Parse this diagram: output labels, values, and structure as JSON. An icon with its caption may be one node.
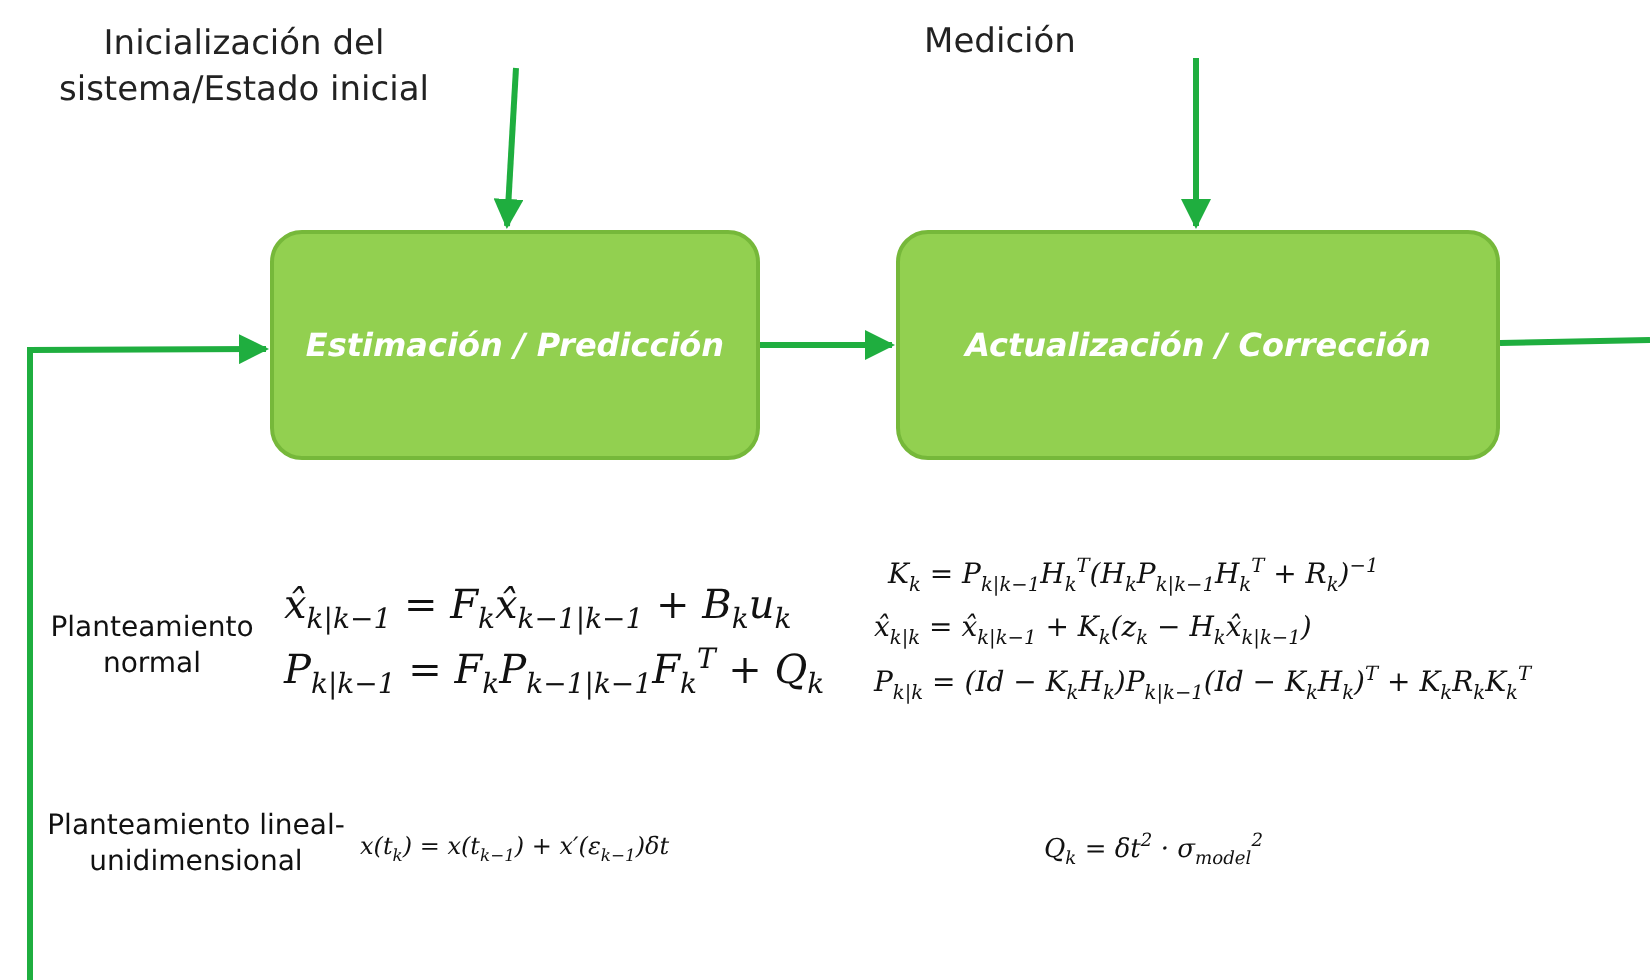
{
  "diagram": {
    "nodes": [
      {
        "text": [
          "Inicialización del sistema/Estado inicial"
        ]
      },
      {
        "text": [
          "Medición"
        ]
      },
      {
        "text": [
          "Estimación / Predicción"
        ]
      },
      {
        "text": [
          "Actualización / Corrección"
        ]
      }
    ],
    "edges": [
      {
        "from": 0,
        "to": 2,
        "arrow": "to"
      },
      {
        "from": 1,
        "to": 3,
        "arrow": "to"
      },
      {
        "from": 2,
        "to": 3,
        "arrow": "to"
      },
      {
        "from": 3,
        "to": null,
        "arrow": "none"
      },
      {
        "from": null,
        "to": 2,
        "arrow": "to"
      }
    ],
    "labels": [
      "Planteamiento normal",
      "x̂$_{k|k−1}$ = F$_{k}$x̂$_{k−1|k−1}$ + B$_{k}$u$_{k}$",
      "P$_{k|k−1}$ = F$_{k}$P$_{k−1|k−1}$F$_{k}$$^{T}$ + Q$_{k}$",
      "K$_{k}$ = P$_{k|k−1}$H$_{k}$$^{T}$(H$_{k}$P$_{k|k−1}$H$_{k}$$^{T}$ + R$_{k}$)$^{−1}$",
      "x̂$_{k|k}$ = x̂$_{k|k−1}$ + K$_{k}$(z$_{k}$ − H$_{k}$x̂$_{k|k−1}$)",
      "P$_{k|k}$ = (Id − K$_{k}$H$_{k}$)P$_{k|k−1}$(Id − K$_{k}$H$_{k}$)$^{T}$ + K$_{k}$R$_{k}$K$_{k}$$^{T}$",
      "Planteamiento lineal-unidimensional",
      "x(t$_{k}$) = x(t$_{k−1}$) + x′(ε$_{k−1}$)δt",
      "Q$_{k}$ = δt$^{2}$ · σ$_{model}$$^{2}$"
    ]
  }
}
